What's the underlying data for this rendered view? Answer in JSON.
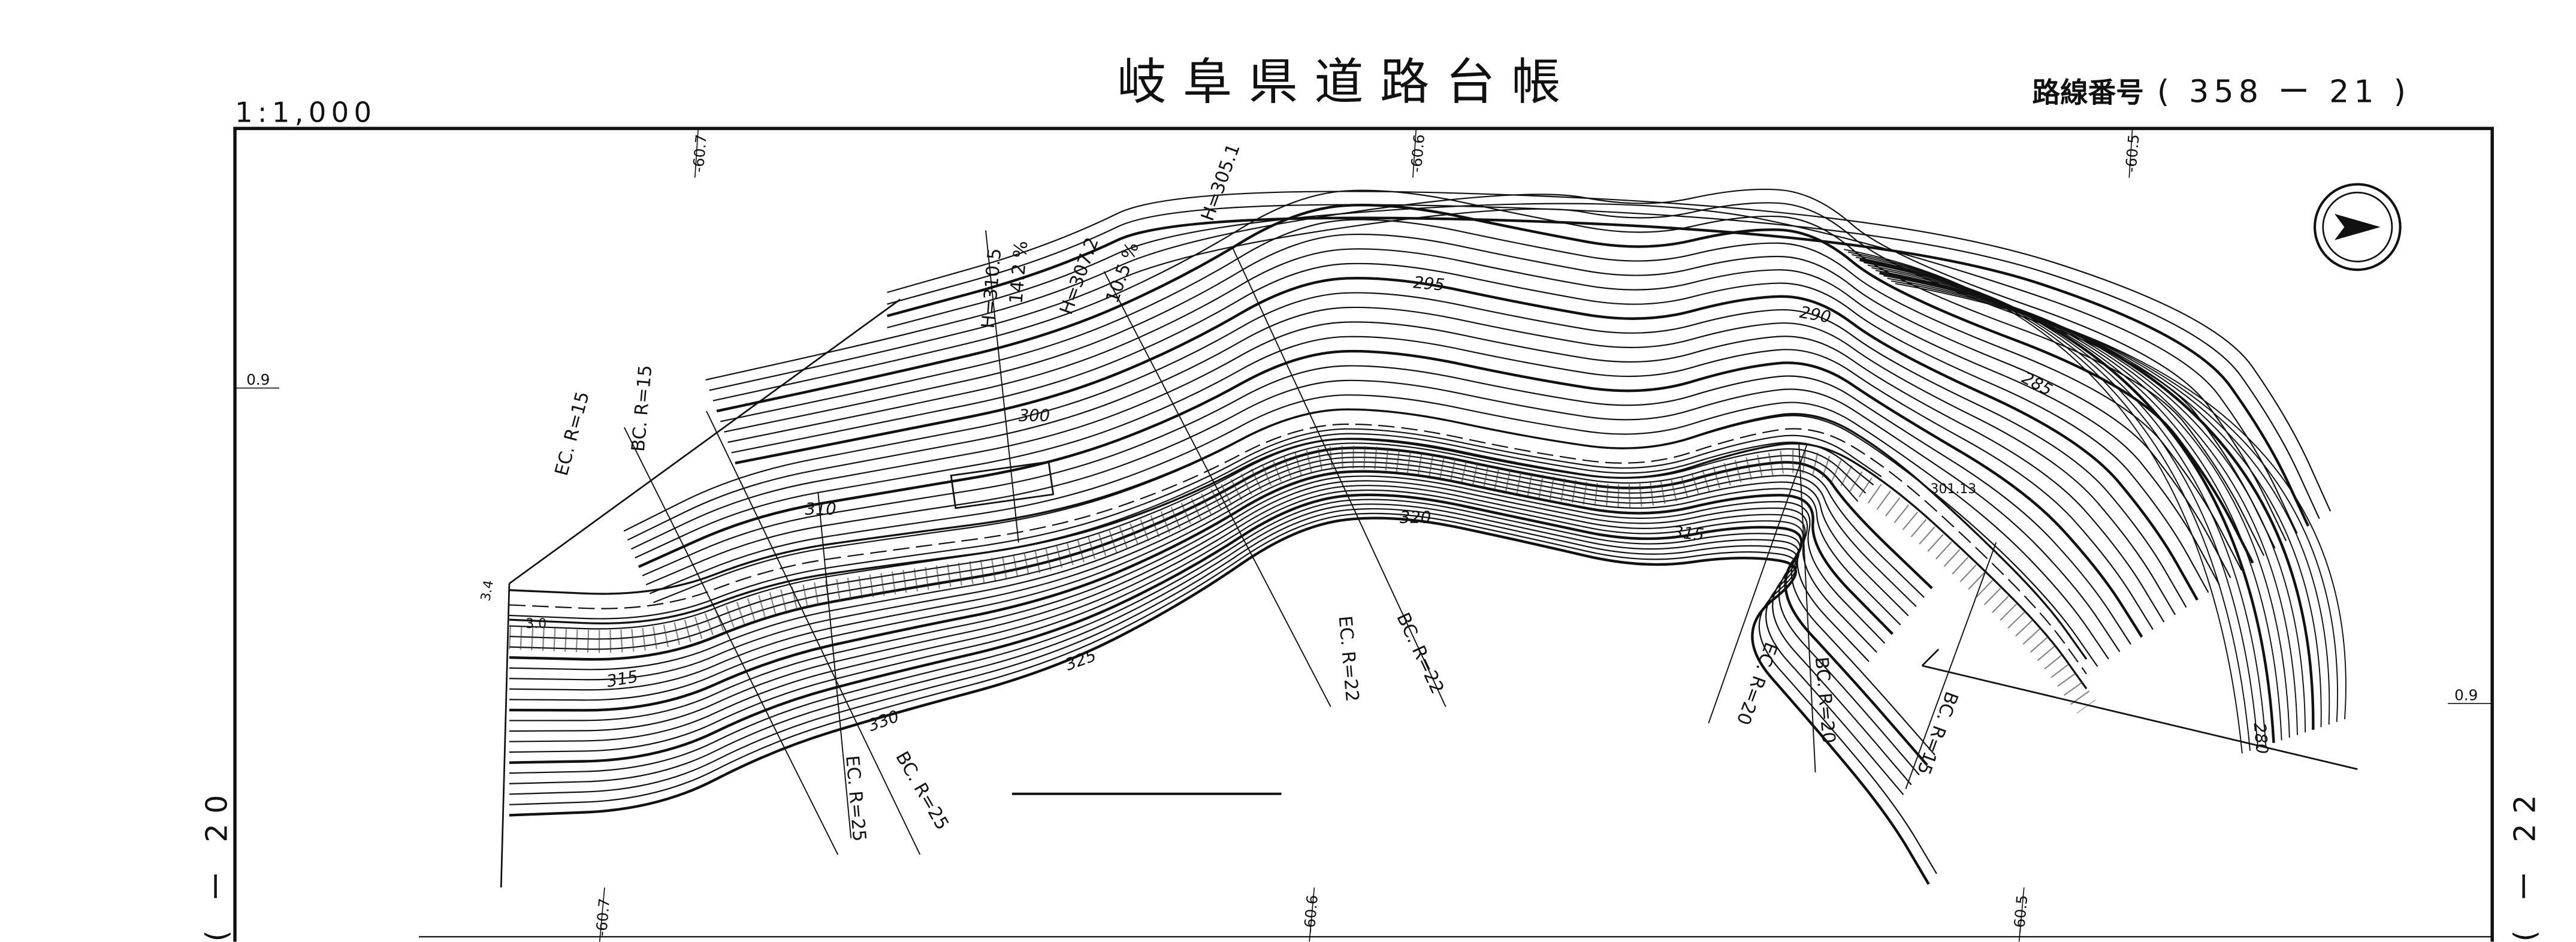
{
  "header": {
    "title": "岐阜県道路台帳",
    "scale": "1:1,000",
    "route_label": "路線番号",
    "route_number": "( 358 ー 21 )"
  },
  "adjacent_sheets": {
    "left": "( ー 20",
    "right": "( ー 22"
  },
  "grid_labels": {
    "top_left": "-60.7",
    "top_mid": "-60.6",
    "top_right": "-60.5",
    "bottom_left": "-60.7",
    "bottom_mid": "-60.6",
    "bottom_right": "-60.5",
    "left_y": "0.9",
    "right_y": "0.9"
  },
  "contour_labels": [
    "295",
    "290",
    "285",
    "300",
    "310",
    "315",
    "320",
    "325",
    "330",
    "315",
    "280"
  ],
  "curve_labels": {
    "ec1": "EC. R=15",
    "bc1": "BC. R=15",
    "ec2": "EC. R=25",
    "bc2": "BC. R=25",
    "ec3": "EC. R=22",
    "bc3": "BC. R=22",
    "ec4": "EC. R=20",
    "bc4": "BC. R=20",
    "bc5": "BC. R=15"
  },
  "profile_labels": {
    "h1": "H=310.5",
    "g1": "14.2 %",
    "h2": "H=307.2",
    "g2": "10.5 %",
    "h3": "H=305.1"
  },
  "misc_labels": {
    "elev": "301.13",
    "w1": "3.0",
    "w2": "3.4"
  },
  "north_arrow": "north-arrow-icon"
}
